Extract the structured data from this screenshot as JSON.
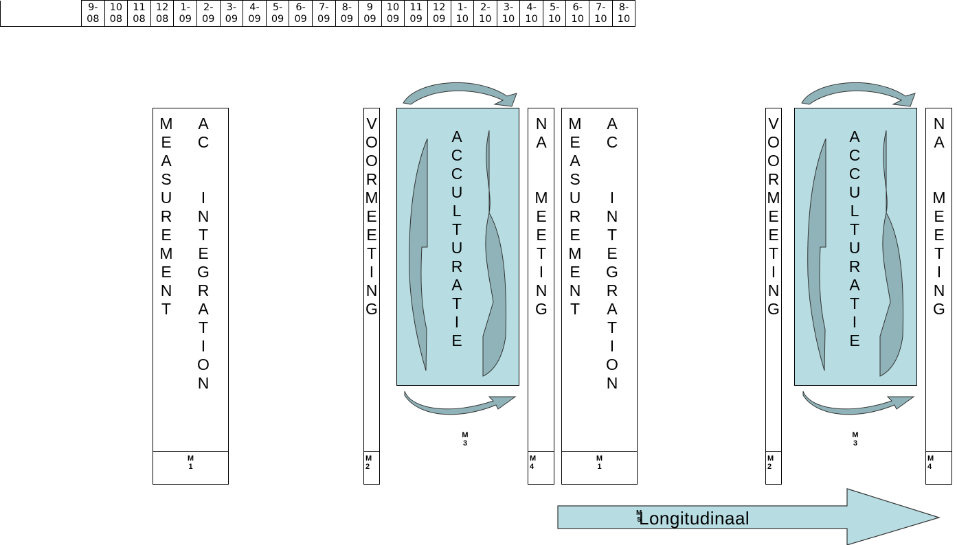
{
  "timeline": {
    "months": [
      [
        "9-",
        "08"
      ],
      [
        "10",
        "08"
      ],
      [
        "11",
        "08"
      ],
      [
        "12",
        "08"
      ],
      [
        "1-",
        "09"
      ],
      [
        "2-",
        "09"
      ],
      [
        "3-",
        "09"
      ],
      [
        "4-",
        "09"
      ],
      [
        "5-",
        "09"
      ],
      [
        "6-",
        "09"
      ],
      [
        "7-",
        "09"
      ],
      [
        "8-",
        "09"
      ],
      [
        "9",
        "09"
      ],
      [
        "10",
        "09"
      ],
      [
        "11",
        "09"
      ],
      [
        "12",
        "09"
      ],
      [
        "1-",
        "10"
      ],
      [
        "2-",
        "10"
      ],
      [
        "3-",
        "10"
      ],
      [
        "4-",
        "10"
      ],
      [
        "5-",
        "10"
      ],
      [
        "6-",
        "10"
      ],
      [
        "7-",
        "10"
      ],
      [
        "8-",
        "10"
      ]
    ]
  },
  "diagram": {
    "measurement": "MEASUREMENT",
    "ac_integration": [
      "AC",
      "",
      "INTEGRATION"
    ],
    "voormeeting": "VOORMEETING",
    "acculturatie": "ACCULTURATIE",
    "nameeting": [
      "NA",
      "",
      "MEETING"
    ],
    "m1": [
      "M",
      "1"
    ],
    "m2": [
      "M",
      "2"
    ],
    "m3": [
      "M",
      "3"
    ],
    "m4": [
      "M",
      "4"
    ],
    "m5": [
      "M",
      "5"
    ],
    "longitudinaal": "Longitudinaal",
    "colors": {
      "accent_fill": "#b7dde3",
      "dark_fill": "#8fb3b8",
      "arrow_fill": "#c3e2e6"
    }
  }
}
